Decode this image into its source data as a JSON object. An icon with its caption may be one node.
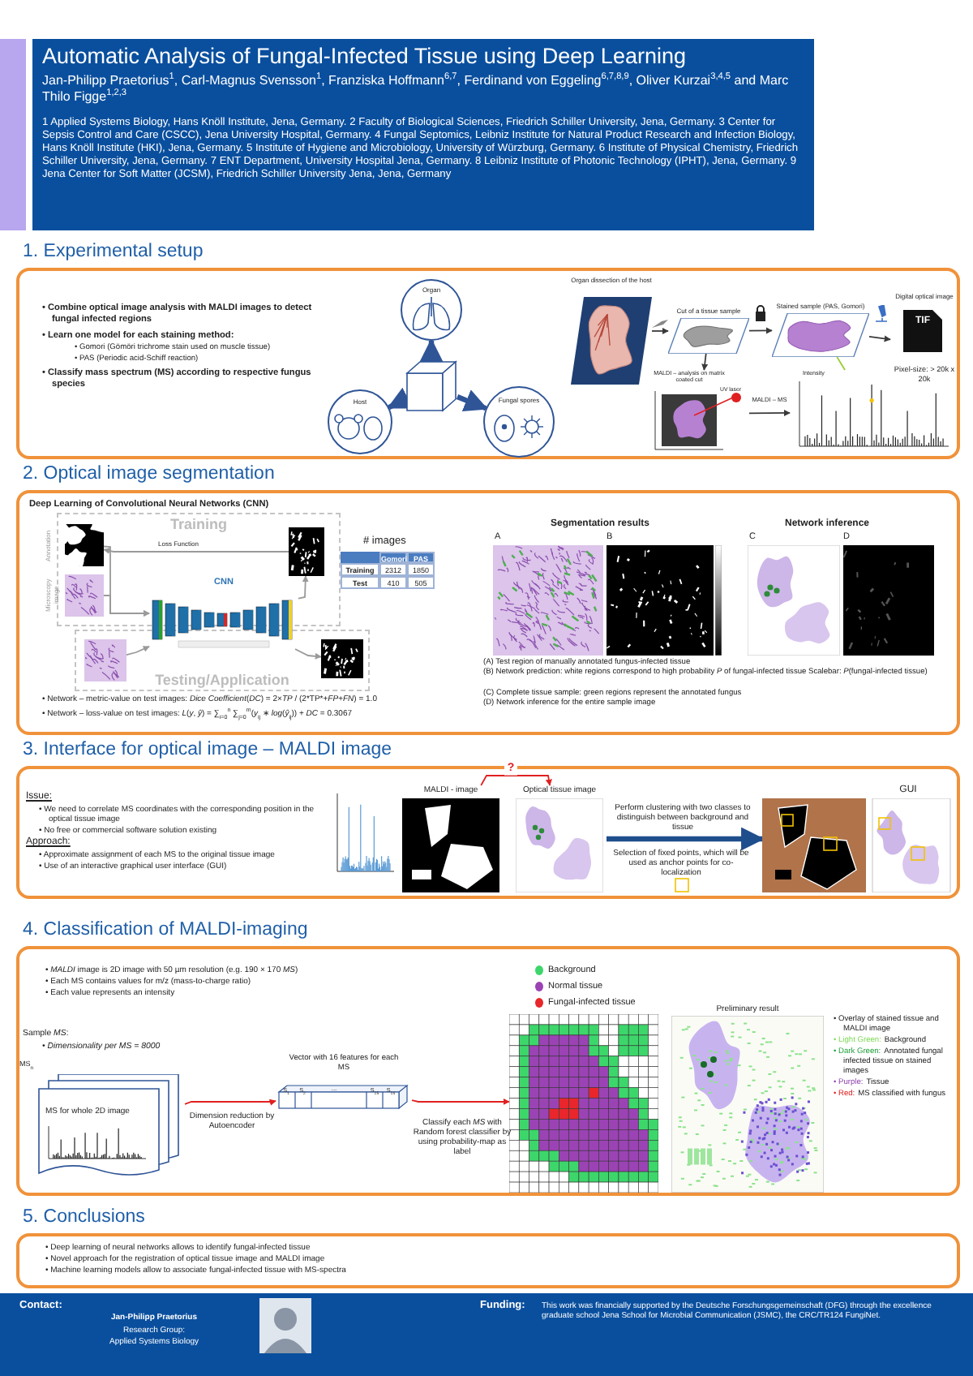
{
  "diagram": {
    "nodes": [
      {
        "text": [
          "Automatic Analysis of Fungal-Infected Tissue using Deep Learning",
          "Jan-Philipp Praetorius$^{1}$, Carl-Magnus Svensson$^{1}$, Franziska Hoffmann$^{6,7}$, Ferdinand von Eggeling$^{6,7,8,9}$, Oliver Kurzai$^{3,4,5}$ and Marc Thilo Figge$^{1,2,3}$",
          "1 Applied Systems Biology, Hans Knöll Institute, Jena, Germany. 2 Faculty of Biological Sciences, Friedrich Schiller University, Jena, Germany. 3 Center for Sepsis Control and Care (CSCC), Jena University Hospital, Germany. 4 Fungal Septomics, Leibniz Institute for Natural Product Research and Infection Biology, Hans Knöll Institute (HKI), Jena, Germany. 5 Institute of Hygiene and Microbiology, University of Würzburg, Germany. 6 Institute of Physical Chemistry, Friedrich Schiller University, Jena, Germany. 7 ENT Department, University Hospital Jena, Germany. 8 Leibniz Institute of Photonic Technology (IPHT), Jena, Germany. 9 Jena Center for Soft Matter (JCSM), Friedrich Schiller University Jena, Jena, Germany"
        ]
      },
      {
        "text": [
          "1. Experimental setup"
        ]
      },
      {
        "text": [],
        "shape": "box",
        "in": 1
      },
      {
        "text": [
          "Organ"
        ],
        "in": 1
      },
      {
        "text": [
          "Host"
        ],
        "in": 1
      },
      {
        "text": [
          "Fungal spores"
        ],
        "in": 1
      },
      {
        "text": [
          "Organ dissection of the host"
        ],
        "in": 1
      },
      {
        "text": [
          "Cut of a tissue sample"
        ],
        "in": 1
      },
      {
        "text": [
          "Stained sample (PAS, Gomori)"
        ],
        "in": 1
      },
      {
        "text": [
          "Digital optical image",
          "TIF",
          "Pixel-size: > 20k x 20k"
        ],
        "in": 1
      },
      {
        "text": [
          "MALDI – analysis on matrix coated cut",
          "UV laser"
        ],
        "in": 1
      },
      {
        "text": [
          "Intensity"
        ],
        "in": 1
      },
      {
        "text": [
          "2. Optical image segmentation"
        ]
      },
      {
        "text": [
          "Training"
        ],
        "in": 12
      },
      {
        "text": [
          "Testing/Application"
        ],
        "in": 12
      },
      {
        "text": [
          "CNN"
        ],
        "in": 12
      },
      {
        "text": [],
        "shape": "picture",
        "in": 13,
        "beside": [
          "Annotation"
        ]
      },
      {
        "text": [],
        "shape": "picture",
        "in": 13,
        "beside": [
          "Microscopy image"
        ]
      },
      {
        "text": [],
        "shape": "picture",
        "in": 13
      },
      {
        "text": [],
        "shape": "picture",
        "in": 14
      },
      {
        "text": [],
        "shape": "picture",
        "in": 14
      },
      {
        "text": [
          "3. Interface for optical image – MALDI image"
        ]
      },
      {
        "text": [
          "MALDI - image"
        ],
        "in": 21
      },
      {
        "text": [
          "Optical tissue image"
        ],
        "in": 21
      },
      {
        "text": [
          "GUI"
        ],
        "in": 21
      },
      {
        "text": [
          "4. Classification of MALDI-imaging"
        ]
      },
      {
        "text": [
          "MS for whole 2D image"
        ],
        "in": 25
      },
      {
        "text": [
          "Vector with 16 features for each MS"
        ],
        "in": 25
      },
      {
        "text": [],
        "shape": "picture",
        "in": 25
      },
      {
        "text": [
          "Preliminary result"
        ],
        "in": 25
      },
      {
        "text": [
          "5. Conclusions"
        ]
      },
      {
        "text": [
          "Contact:",
          "Jan-Philipp Praetorius",
          "Research Group:",
          "Applied Systems Biology",
          "Funding:",
          "This work was financially supported by the Deutsche Forschungsgemeinschaft (DFG) through the excellence graduate school Jena School for Microbial Communication (JSMC), the CRC/TR124 FungiNet."
        ]
      },
      {
        "text": [],
        "shape": "picture",
        "in": 12
      },
      {
        "text": [],
        "shape": "picture",
        "in": 12
      },
      {
        "text": [],
        "shape": "picture",
        "in": 12
      },
      {
        "text": [],
        "shape": "picture",
        "in": 12
      }
    ],
    "edges": [
      {
        "from": 2,
        "to": 3,
        "arrow": "to",
        "style": "thick",
        "color": "#2f5597"
      },
      {
        "from": 2,
        "to": 4,
        "arrow": "to",
        "style": "thick",
        "color": "#2f5597"
      },
      {
        "from": 2,
        "to": 5,
        "arrow": "to",
        "style": "thick",
        "color": "#2f5597"
      },
      {
        "from": 6,
        "to": 7,
        "arrow": "to",
        "color": "#3a3a3a"
      },
      {
        "from": 7,
        "to": 8,
        "arrow": "to",
        "color": "#3a3a3a"
      },
      {
        "from": 8,
        "to": 9,
        "arrow": "to",
        "color": "#3a3a3a"
      },
      {
        "from": 7,
        "to": 10,
        "arrow": "to",
        "color": "#3a3a3a"
      },
      {
        "from": 10,
        "to": 11,
        "arrow": "to",
        "label": "MALDI – MS",
        "color": "#3a3a3a"
      },
      {
        "from": 8,
        "to": 11,
        "arrow": "none",
        "color": "#9acd32"
      },
      {
        "from": 18,
        "to": 16,
        "arrow": "to",
        "label": "Loss Function",
        "color": "#9a9a9a"
      },
      {
        "from": 16,
        "to": 15,
        "arrow": "to",
        "color": "#9a9a9a"
      },
      {
        "from": 17,
        "to": 15,
        "arrow": "to",
        "color": "#9a9a9a"
      },
      {
        "from": 15,
        "to": 18,
        "arrow": "to",
        "color": "#9a9a9a"
      },
      {
        "from": 19,
        "to": 15,
        "arrow": "to",
        "color": "#9a9a9a"
      },
      {
        "from": 15,
        "to": 20,
        "arrow": "to",
        "color": "#9a9a9a"
      },
      {
        "from": 22,
        "to": 23,
        "arrow": "to",
        "label": "?",
        "color": "#e02020"
      },
      {
        "from": 23,
        "to": 24,
        "arrow": "to",
        "label": "Perform clustering  with two classes to distinguish between background and tissue",
        "style": "thick",
        "color": "#1f4e8c"
      },
      {
        "from": 26,
        "to": 27,
        "arrow": "to",
        "label": "Dimension reduction by Autoencoder",
        "color": "#e02020"
      },
      {
        "from": 27,
        "to": 28,
        "arrow": "to",
        "label": "Classify each *MS* with Random forest classifier by using probability-map as label",
        "color": "#e02020"
      }
    ],
    "labels": [
      "• Combine optical image analysis with MALDI  images to detect fungal infected regions",
      "• Learn one model for each staining method:",
      "• Gomori (Gömöri trichrome stain used on muscle tissue)",
      "• PAS (Periodic acid-Schiff reaction)",
      "• Classify mass spectrum (MS) according to respective fungus species",
      "Deep Learning of Convolutional Neural Networks (CNN)",
      "# images",
      "Gomori",
      "PAS",
      "Training",
      "2312",
      "1850",
      "Test",
      "410",
      "505",
      "• Network – metric-value on test images: *Dice Coefficient*(*DC*) = 2×*TP* / (2*TP*+*FP*+*FN*) = 1.0",
      "• Network – loss-value on test images: *L*(*y*, *ŷ*) = ∑$_{i=0}$$^{n}$ ∑$_{j=0}$$^{m}$(*y*$_{ij}$ ∗ *log*(*ŷ*$_{ij}$)) + *DC* = 0.3067",
      "Segmentation results",
      "Network inference",
      "A",
      "B",
      "C",
      "D",
      "(A) Test region of manually annotated fungus-infected tissue",
      "(B) Network prediction: white regions correspond to high probability *P* of fungal-infected tissue Scalebar: *P*(fungal-infected tissue)",
      "(C) Complete tissue sample: green regions represent the annotated fungus",
      "(D) Network inference for the entire sample image",
      "Issue:",
      "• We need to correlate MS coordinates with the corresponding position in the optical tissue image",
      "• No free or commercial software solution existing",
      "Approach:",
      "• Approximate assignment of each MS to the original tissue image",
      "• Use of an interactive graphical user interface (GUI)",
      "Selection of fixed points, which will be used as anchor points for co-localization",
      "• *MALDI* image is 2D image with 50 µm resolution (e.g. 190 × 170 *MS*)",
      "• Each MS contains values for m/z (mass-to-charge ratio)",
      "• Each value represents an intensity",
      "Sample *MS*:",
      "• *Dimensionality per MS* = 8000",
      "S$_{1}$",
      "S$_{2}$",
      "...",
      "S$_{15}$",
      "S$_{16}$",
      "• Overlay of stained tissue and MALDI image",
      "• Light Green:",
      "Background",
      "• Dark Green:",
      "Annotated fungal infected tissue on stained images",
      "• Purple:",
      "Tissue",
      "• Red:",
      "MS classified with fungus",
      "• Deep learning of neural networks allows to identify fungal-infected tissue",
      "• Novel approach for the registration of optical tissue image and  MALDI image",
      "• Machine learning models allow to associate fungal-infected tissue with MS-spectra",
      "MS$_{n}$"
    ],
    "legend": [
      {
        "text": "Background",
        "color": "#3dd66b"
      },
      {
        "text": "Normal tissue",
        "color": "#9b43b5"
      },
      {
        "text": "Fungal-infected tissue",
        "color": "#e8262b"
      }
    ]
  }
}
